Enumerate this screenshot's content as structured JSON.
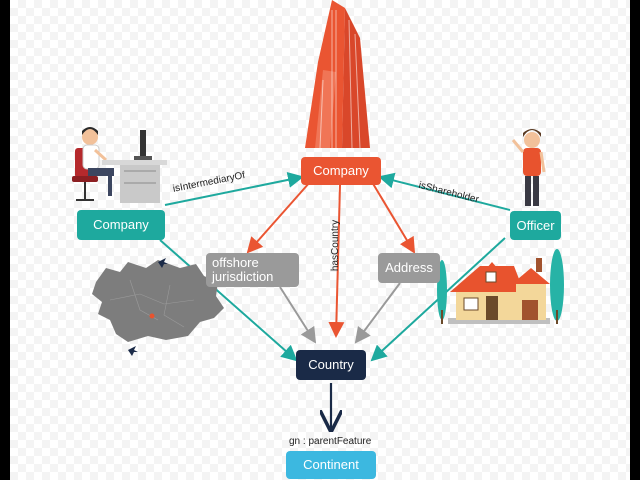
{
  "nodes": {
    "company_center": "Company",
    "company_left": "Company",
    "officer": "Officer",
    "offshore": "offshore jurisdiction",
    "address": "Address",
    "country": "Country",
    "continent": "Continent"
  },
  "edges": {
    "is_intermediary_of": "isIntermediaryOf",
    "is_shareholder": "isShareholder",
    "has_country": "hasCountry",
    "parent_feature": "gn : parentFeature"
  },
  "icons": [
    "skyscraper-icon",
    "office-worker-icon",
    "officer-person-icon",
    "iceland-map-icon",
    "house-icon",
    "airplane-icon"
  ],
  "colors": {
    "teal": "#1ea99e",
    "orange": "#ea5532",
    "grey": "#9a9a9a",
    "navy": "#1a2a47",
    "cyan": "#3cb8e0"
  }
}
